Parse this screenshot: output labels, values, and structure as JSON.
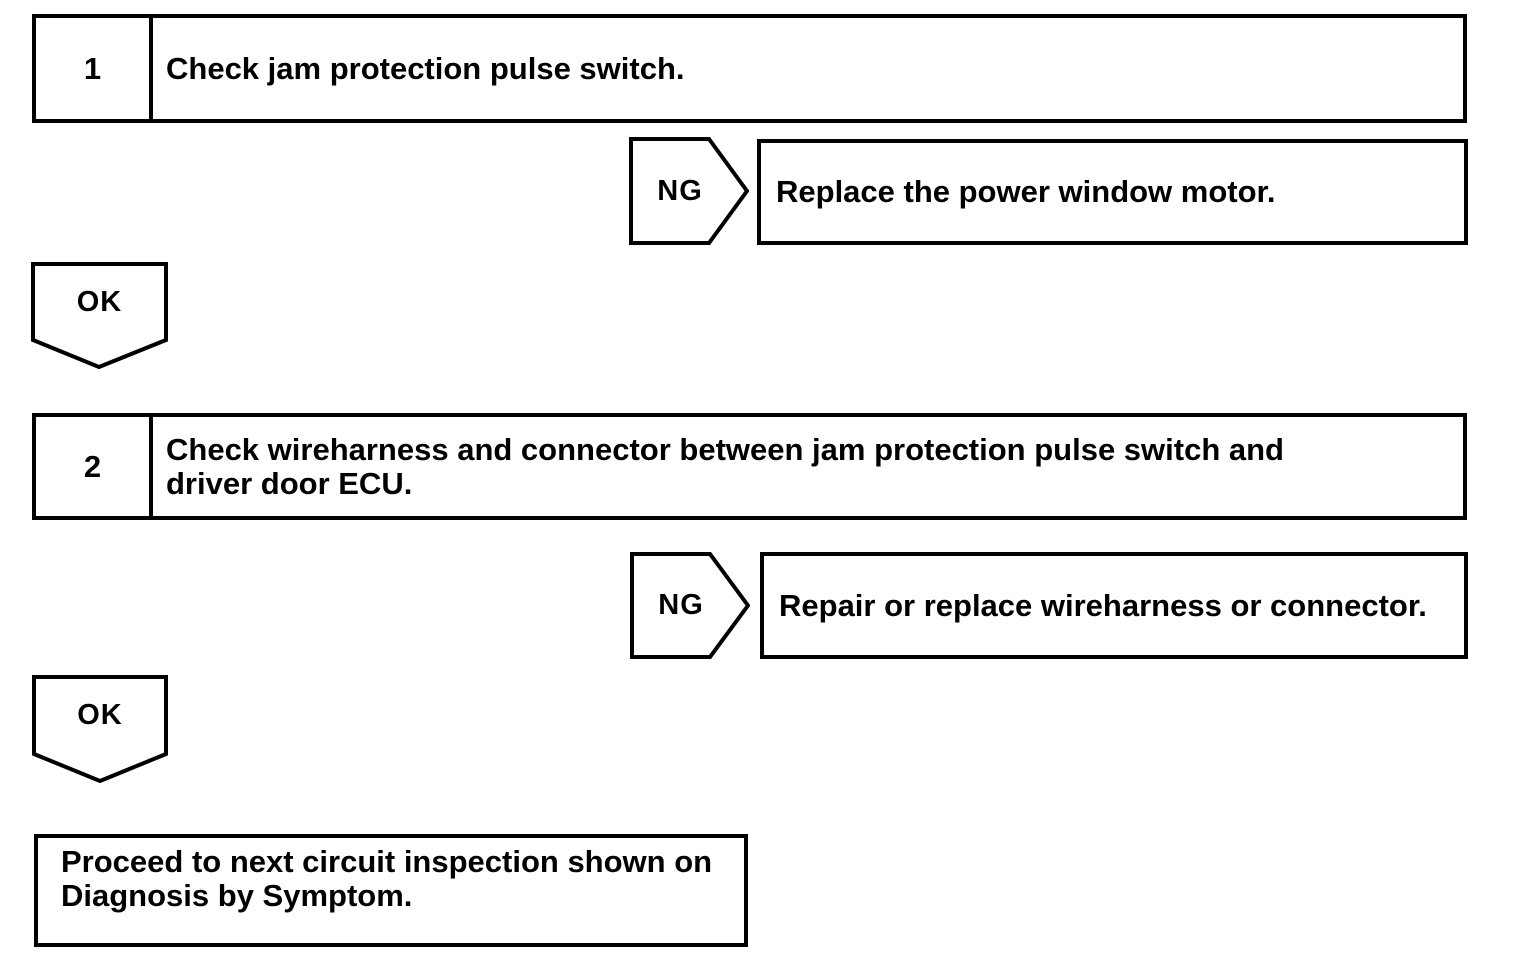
{
  "page": {
    "kind": "diagnostic-flowchart",
    "colors": {
      "ink": "#000000",
      "paper": "#ffffff"
    }
  },
  "flowchart": {
    "steps": [
      {
        "number": "1",
        "instruction_lines": [
          "Check jam protection pulse switch."
        ],
        "ng": {
          "label": "NG",
          "action_lines": [
            "Replace the power window motor."
          ]
        },
        "ok": {
          "label": "OK"
        }
      },
      {
        "number": "2",
        "instruction_lines": [
          "Check wireharness and connector between jam protection pulse switch and",
          "driver door ECU."
        ],
        "ng": {
          "label": "NG",
          "action_lines": [
            "Repair or replace wireharness or connector."
          ]
        },
        "ok": {
          "label": "OK"
        }
      }
    ],
    "terminal": {
      "lines": [
        "Proceed to next circuit inspection shown on",
        "Diagnosis by Symptom."
      ]
    }
  }
}
